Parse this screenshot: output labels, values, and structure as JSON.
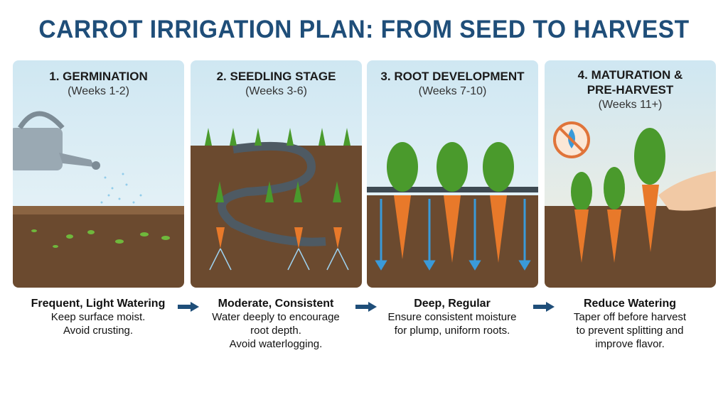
{
  "title": "CARROT IRRIGATION PLAN: FROM SEED TO HARVEST",
  "stages": [
    {
      "heading": "1. GERMINATION",
      "weeks": "(Weeks 1-2)",
      "caption_title": "Frequent, Light Watering",
      "caption_lines": [
        "Keep surface moist.",
        "Avoid crusting."
      ]
    },
    {
      "heading": "2. SEEDLING STAGE",
      "weeks": "(Weeks 3-6)",
      "caption_title": "Moderate, Consistent",
      "caption_lines": [
        "Water deeply to encourage",
        "root depth.",
        "Avoid waterlogging."
      ]
    },
    {
      "heading": "3. ROOT DEVELOPMENT",
      "weeks": "(Weeks 7-10)",
      "caption_title": "Deep, Regular",
      "caption_lines": [
        "Ensure consistent moisture",
        "for plump, uniform roots."
      ]
    },
    {
      "heading": "4. MATURATION & PRE-HARVEST",
      "weeks": "(Weeks 11+)",
      "caption_title": "Reduce Watering",
      "caption_lines": [
        "Taper off before harvest",
        "to prevent splitting and",
        "improve flavor."
      ]
    }
  ],
  "colors": {
    "title": "#1f4e79",
    "soil": "#6b4a2f",
    "carrot": "#e8792a",
    "leaf": "#4a9a2c",
    "water": "#3a9ad9",
    "arrow": "#1f4e79"
  }
}
